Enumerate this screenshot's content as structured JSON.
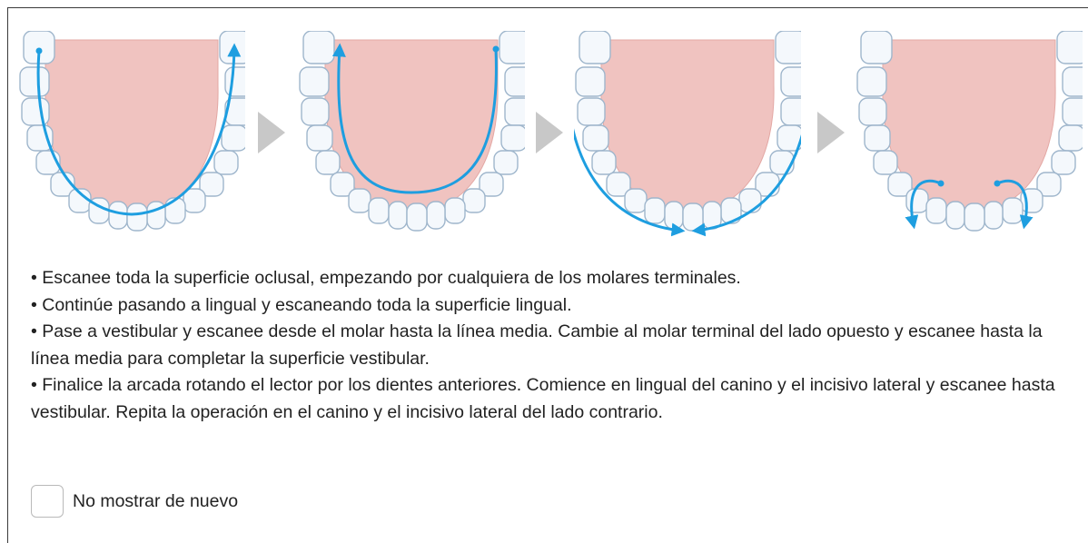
{
  "colors": {
    "tooth_fill": "#f4f8fc",
    "tooth_stroke": "#9fb6cc",
    "palate_fill": "#f0c3c0",
    "scan_path": "#1e9ee0",
    "step_arrow": "#c8c8c8",
    "text": "#222222",
    "checkbox_border": "#b9b9b9"
  },
  "diagrams": [
    {
      "id": "occlusal",
      "icon": "occlusal-scan-path-icon"
    },
    {
      "id": "lingual",
      "icon": "lingual-scan-path-icon"
    },
    {
      "id": "buccal",
      "icon": "buccal-scan-path-icon"
    },
    {
      "id": "anterior",
      "icon": "anterior-roll-scan-path-icon"
    }
  ],
  "step_separator_icon": "chevron-right-icon",
  "instructions": [
    "• Escanee toda la superficie oclusal, empezando por cualquiera de los molares terminales.",
    "• Continúe pasando a lingual y escaneando toda la superficie lingual.",
    "• Pase a vestibular y escanee desde el molar hasta la línea media.  Cambie al molar terminal del lado opuesto y escanee hasta la línea media para completar la superficie vestibular.",
    "• Finalice la arcada rotando el lector por los dientes anteriores.  Comience en lingual del canino y el incisivo lateral y escanee hasta vestibular.  Repita la operación en el canino y el incisivo lateral del lado contrario."
  ],
  "dont_show_again": {
    "label": "No mostrar de nuevo",
    "checked": false
  }
}
